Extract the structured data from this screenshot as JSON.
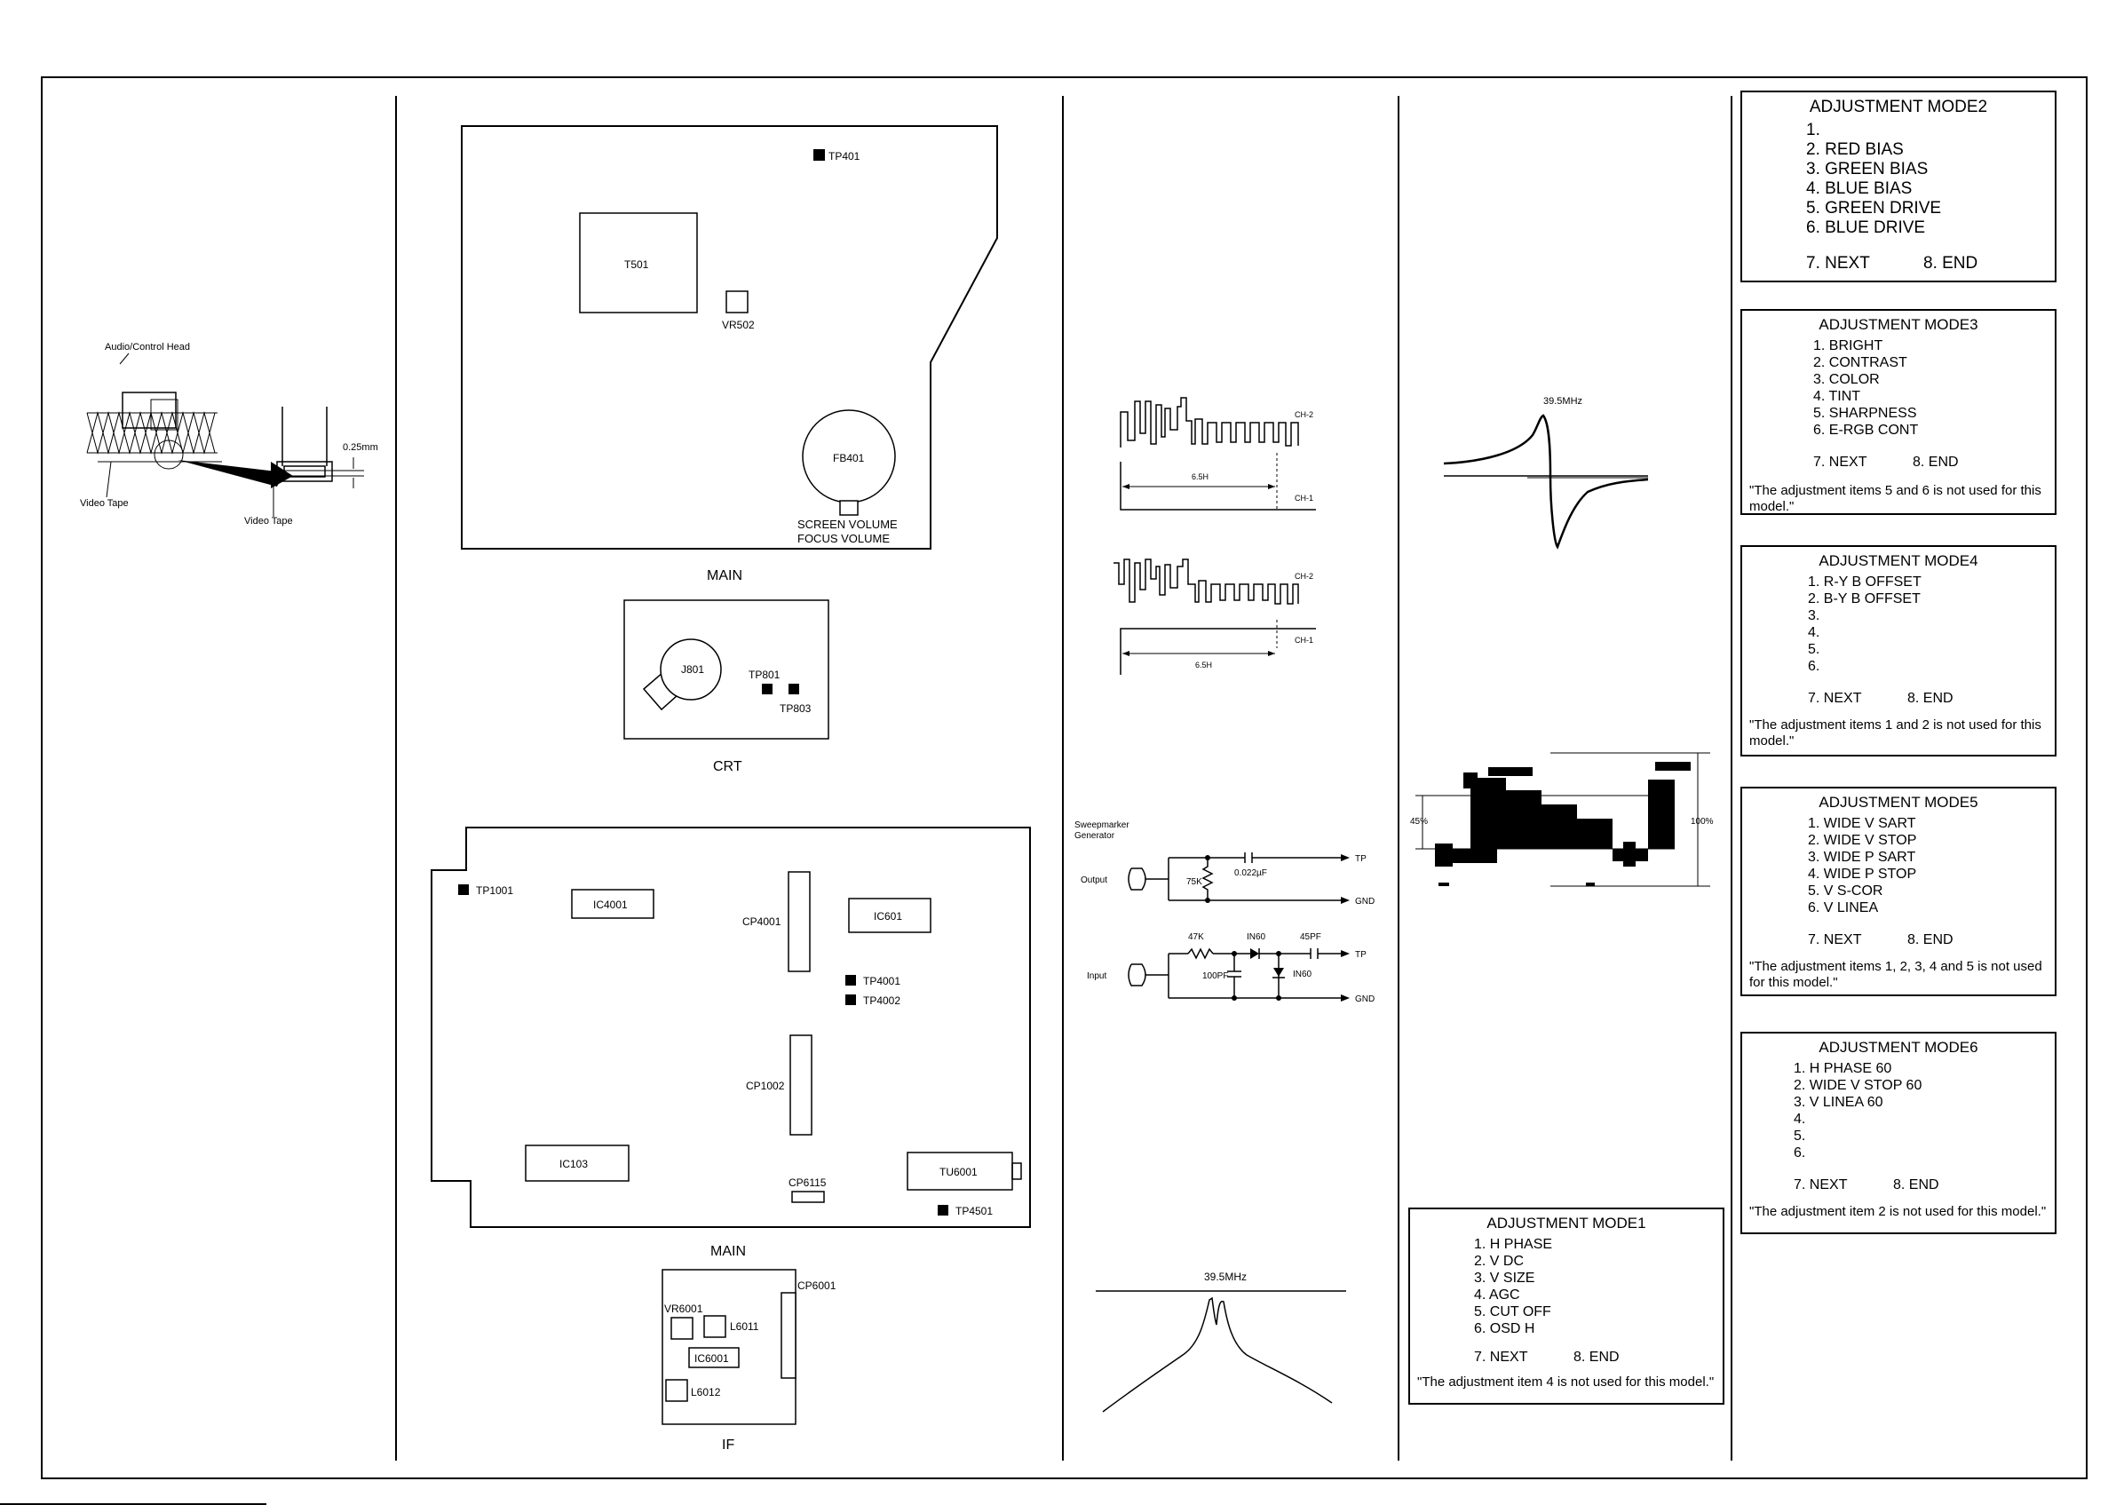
{
  "col1": {
    "head_label": "Audio/Control Head",
    "tape_label_left": "Video Tape",
    "tape_label_right": "Video Tape",
    "gap_label": "0.25mm"
  },
  "col2": {
    "main_top": {
      "caption": "MAIN",
      "labels": {
        "tp401": "TP401",
        "t501": "T501",
        "vr502": "VR502",
        "fb401": "FB401",
        "screen": "SCREEN VOLUME",
        "focus": "FOCUS VOLUME"
      }
    },
    "crt": {
      "caption": "CRT",
      "labels": {
        "j801": "J801",
        "tp801": "TP801",
        "tp803": "TP803"
      }
    },
    "main_bottom": {
      "caption": "MAIN",
      "labels": {
        "tp1001": "TP1001",
        "ic4001": "IC4001",
        "cp4001": "CP4001",
        "ic601": "IC601",
        "tp4001": "TP4001",
        "tp4002": "TP4002",
        "cp1002": "CP1002",
        "ic103": "IC103",
        "tu6001": "TU6001",
        "cp6115": "CP6115",
        "tp4501": "TP4501"
      }
    },
    "if_board": {
      "caption": "IF",
      "labels": {
        "cp6001": "CP6001",
        "vr6001": "VR6001",
        "l6011": "L6011",
        "ic6001": "IC6001",
        "l6012": "L6012"
      }
    }
  },
  "col3": {
    "wave1": {
      "ch2": "CH-2",
      "ch1": "CH-1",
      "span": "6.5H"
    },
    "wave2": {
      "ch2": "CH-2",
      "ch1": "CH-1",
      "span": "6.5H"
    },
    "circuit": {
      "generator": "Sweepmarker\nGenerator",
      "output": "Output",
      "input": "Input",
      "r1": "75K",
      "c1": "0.022µF",
      "tp1": "TP",
      "gnd1": "GND",
      "r2": "47K",
      "d1": "IN60",
      "c2": "45PF",
      "c3": "100PF",
      "d2": "IN60",
      "tp2": "TP",
      "gnd2": "GND"
    },
    "freq_label": "39.5MHz"
  },
  "col4": {
    "freq_label": "39.5MHz",
    "pct_left": "45%",
    "pct_right": "100%"
  },
  "modes": {
    "m1": {
      "title": "ADJUSTMENT MODE1",
      "items": [
        "1. H PHASE",
        "2. V DC",
        "3. V SIZE",
        "4. AGC",
        "5. CUT OFF",
        "6. OSD H"
      ],
      "next": "7. NEXT",
      "end": "8. END",
      "note": "\"The adjustment item 4 is not used for this model.\""
    },
    "m2": {
      "title": "ADJUSTMENT MODE2",
      "items": [
        "1.",
        "2. RED BIAS",
        "3. GREEN BIAS",
        "4. BLUE BIAS",
        "5. GREEN DRIVE",
        "6. BLUE DRIVE"
      ],
      "next": "7. NEXT",
      "end": "8. END"
    },
    "m3": {
      "title": "ADJUSTMENT MODE3",
      "items": [
        "1. BRIGHT",
        "2. CONTRAST",
        "3. COLOR",
        "4. TINT",
        "5. SHARPNESS",
        "6. E-RGB CONT"
      ],
      "next": "7. NEXT",
      "end": "8. END",
      "note": "\"The adjustment items 5 and 6 is not used for this model.\""
    },
    "m4": {
      "title": "ADJUSTMENT MODE4",
      "items": [
        "1. R-Y B OFFSET",
        "2. B-Y B OFFSET",
        "3.",
        "4.",
        "5.",
        "6."
      ],
      "next": "7. NEXT",
      "end": "8. END",
      "note": "\"The adjustment items 1 and 2 is not used for this model.\""
    },
    "m5": {
      "title": "ADJUSTMENT MODE5",
      "items": [
        "1. WIDE V SART",
        "2. WIDE V STOP",
        "3. WIDE P SART",
        "4. WIDE P STOP",
        "5. V S-COR",
        "6. V LINEA"
      ],
      "next": "7. NEXT",
      "end": "8. END",
      "note": "\"The adjustment items 1, 2, 3, 4 and 5 is not used for this model.\""
    },
    "m6": {
      "title": "ADJUSTMENT MODE6",
      "items": [
        "1. H PHASE 60",
        "2. WIDE V STOP 60",
        "3. V LINEA 60",
        "4.",
        "5.",
        "6."
      ],
      "next": "7. NEXT",
      "end": "8. END",
      "note": "\"The adjustment item 2 is not used for this model.\""
    }
  }
}
